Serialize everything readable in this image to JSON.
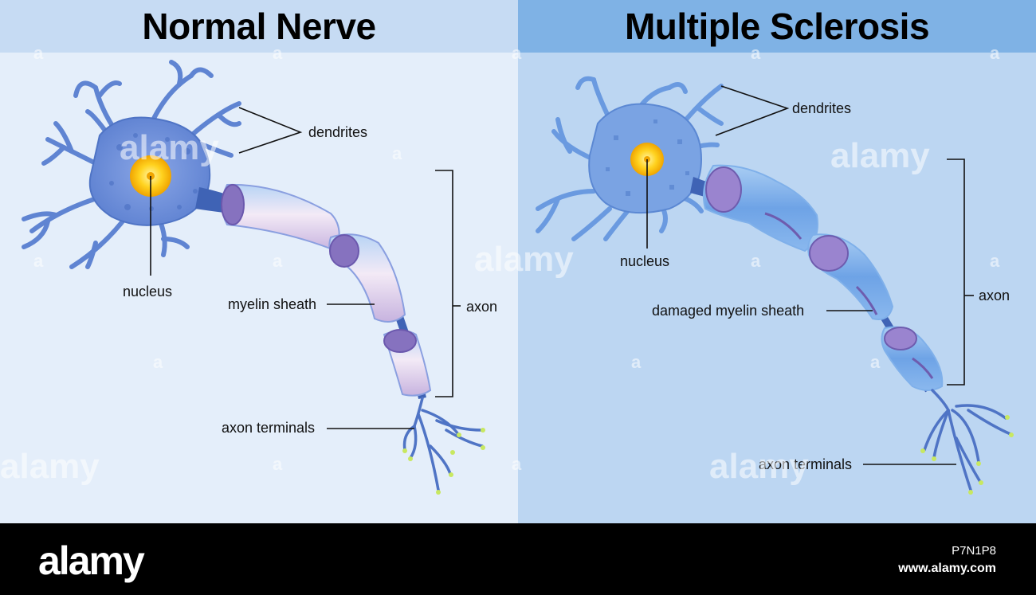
{
  "panels": {
    "left": {
      "title": "Normal Nerve",
      "labels": {
        "dendrites": "dendrites",
        "nucleus": "nucleus",
        "myelin": "myelin sheath",
        "axon": "axon",
        "terminals": "axon terminals"
      }
    },
    "right": {
      "title": "Multiple Sclerosis",
      "labels": {
        "dendrites": "dendrites",
        "nucleus": "nucleus",
        "myelin": "damaged myelin sheath",
        "axon": "axon",
        "terminals": "axon terminals"
      }
    }
  },
  "watermark": {
    "text": "alamy",
    "tag": "a"
  },
  "footer": {
    "logo": "alamy",
    "image_id": "P7N1P8",
    "url": "www.alamy.com"
  },
  "colors": {
    "left_bg": "#e4eefa",
    "left_title_bg": "#c6dbf3",
    "right_bg": "#bcd6f2",
    "right_title_bg": "#7fb2e5",
    "neuron": "#6b8ed8",
    "neuron_dark": "#3f63b5",
    "nucleus": "#f7b800",
    "myelin": "#d9c6e6",
    "damaged": "#9f8fd6"
  }
}
